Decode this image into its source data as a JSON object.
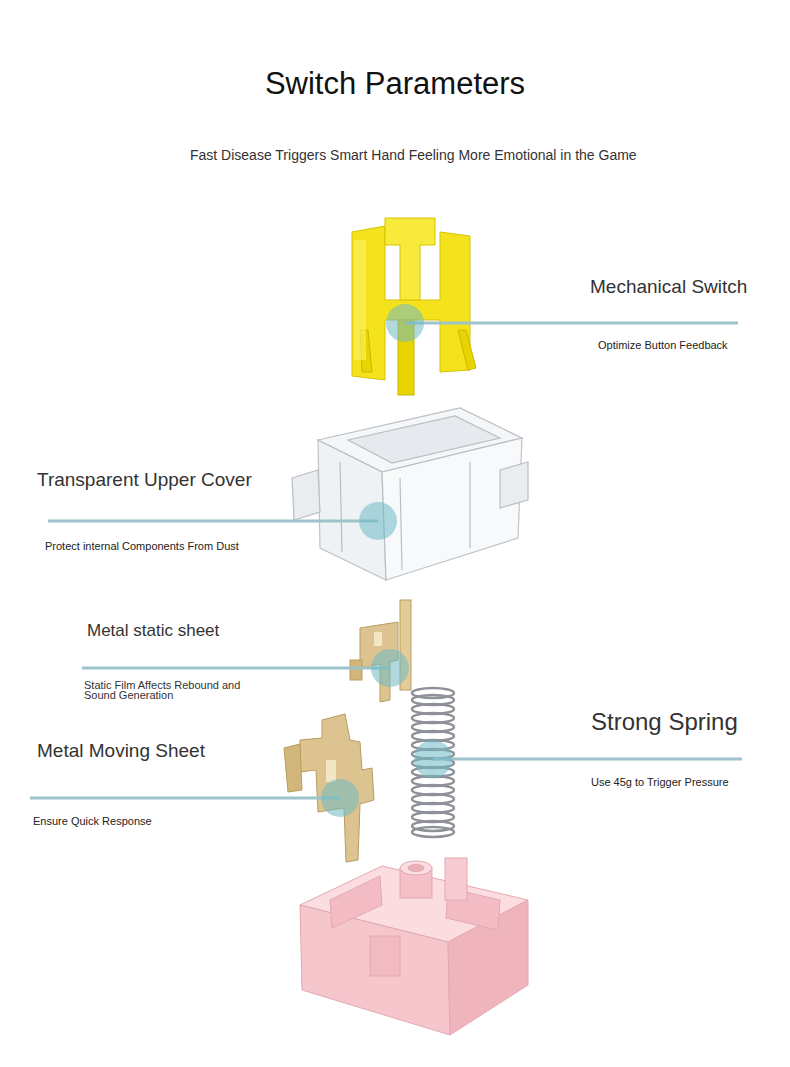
{
  "diagram": {
    "title": "Switch Parameters",
    "labels": [
      "Fast Disease Triggers Smart Hand Feeling More Emotional in the Game",
      "Mechanical Switch",
      "Optimize Button Feedback",
      "Transparent Upper Cover",
      "Protect internal Components From Dust",
      "Metal static sheet",
      "Static Film Affects Rebound and Sound Generation",
      "Strong Spring",
      "Use 45g to Trigger Pressure",
      "Metal Moving Sheet",
      "Ensure Quick Response"
    ]
  }
}
